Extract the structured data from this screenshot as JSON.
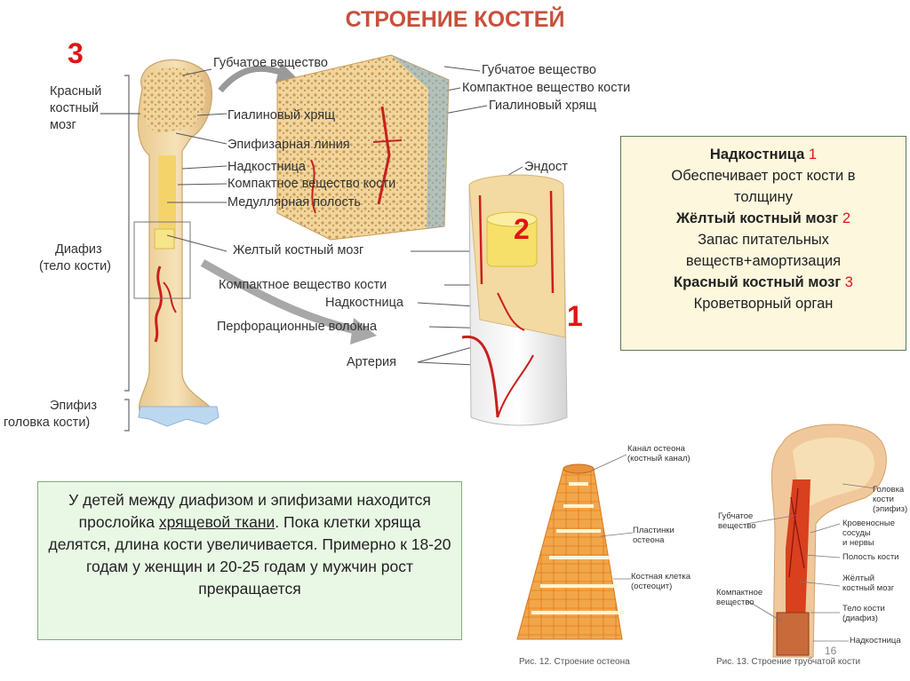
{
  "title": "СТРОЕНИЕ КОСТЕЙ",
  "markers": {
    "three": "3",
    "two": "2",
    "one": "1"
  },
  "left_labels": {
    "red_marrow_1": "Красный",
    "red_marrow_2": "костный",
    "red_marrow_3": "мозг",
    "diaphysis_1": "Диафиз",
    "diaphysis_2": "(тело кости)",
    "epiphysis_1": "Эпифиз",
    "epiphysis_2": "головка кости)"
  },
  "bone_labels": [
    "Губчатое вещество",
    "Гиалиновый хрящ",
    "Эпифизарная линия",
    "Надкостница",
    "Компактное вещество кости",
    "Медуллярная полость",
    "Желтый костный мозг",
    "Компактное вещество кости",
    "Надкостница",
    "Перфорационные волокна",
    "Артерия"
  ],
  "cutaway_labels": [
    "Губчатое вещество",
    "Компактное вещество кости",
    "Гиалиновый хрящ"
  ],
  "endost_label": "Эндост",
  "infobox": {
    "h1": "Надкостница ",
    "n1": "1",
    "t1": "Обеспечивает рост кости в толщину",
    "h2": "Жёлтый костный мозг ",
    "n2": "2",
    "t2": "Запас питательных веществ+амортизация",
    "h3": "Красный костный мозг ",
    "n3": "3",
    "t3": "Кроветворный орган"
  },
  "textbox": {
    "p1": "У детей между диафизом и эпифизами находится прослойка ",
    "link": "хрящевой ткани",
    "p2": ". Пока клетки хряща делятся, длина кости увеличивается. Примерно к 18-20 годам у женщин и 20-25 годам у мужчин рост прекращается"
  },
  "osteon_labels": [
    "Канал остеона\n(костный канал)",
    "Пластинки\nостеона",
    "Костная клетка\n(остеоцит)"
  ],
  "osteon_caption": "Рис. 12. Строение остеона",
  "tube_left_labels": [
    "Губчатое\nвещество",
    "Компактное\nвещество"
  ],
  "tube_right_labels": [
    "Головка\nкости\n(эпифиз)",
    "Кровеносные\nсосуды\nи нервы",
    "Полость кости",
    "Жёлтый\nкостный мозг",
    "Тело кости\n(диафиз)",
    "Надкостница"
  ],
  "tube_caption": "Рис. 13. Строение трубчатой кости",
  "page_number": "16"
}
